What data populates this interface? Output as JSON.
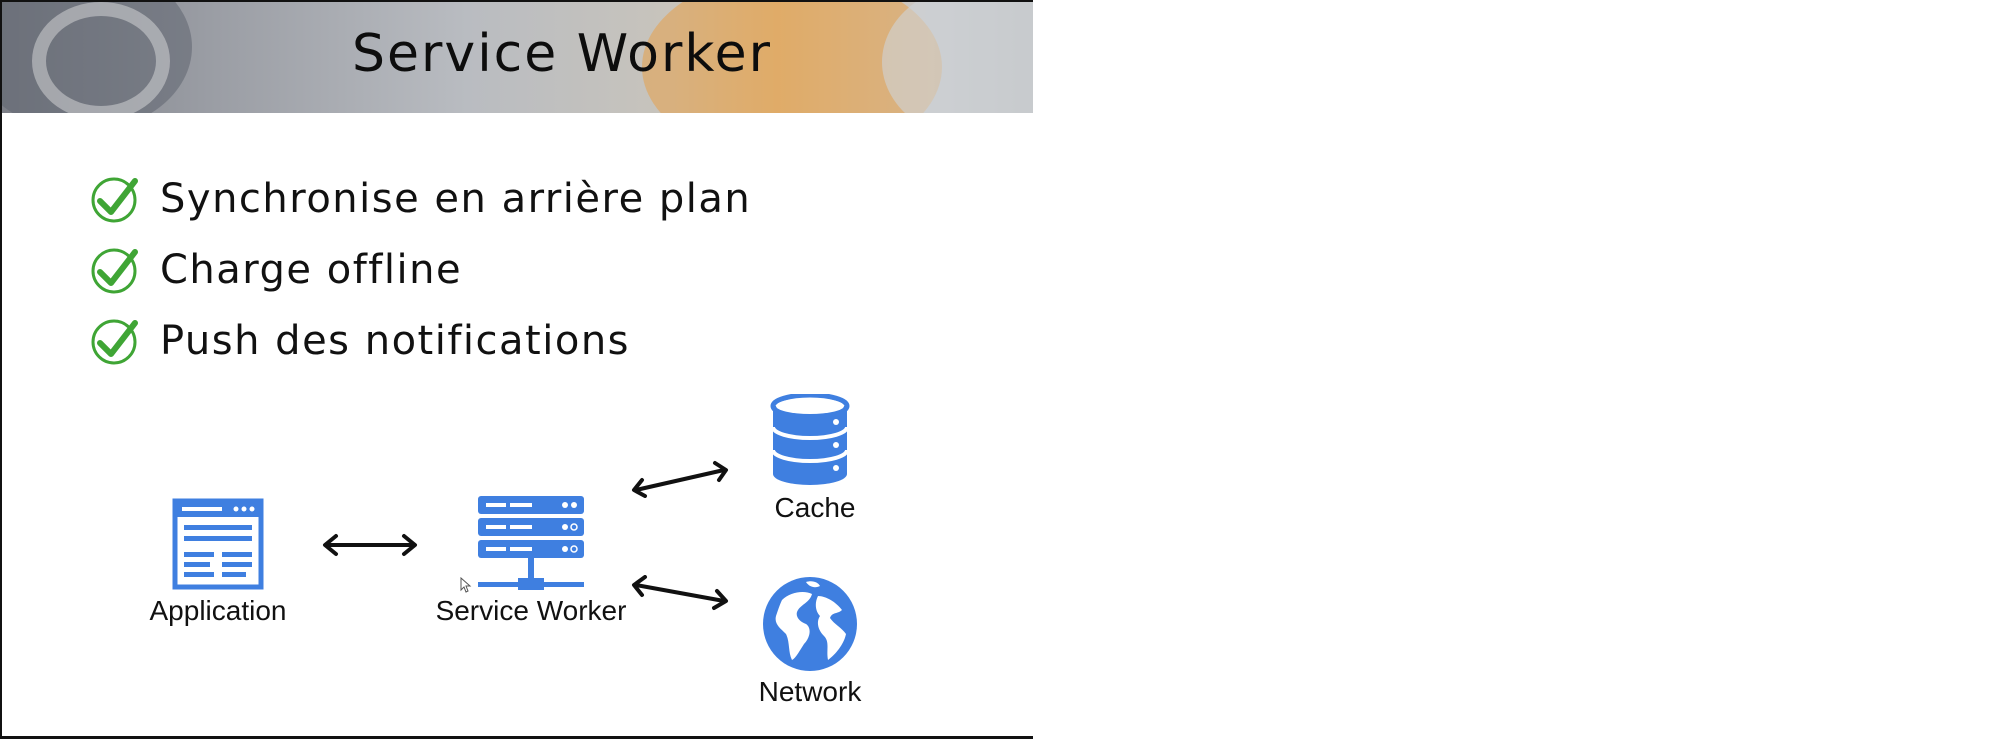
{
  "slide": {
    "title": "Service Worker",
    "bullets": [
      "Synchronise en arrière plan",
      "Charge offline",
      "Push des notifications"
    ]
  },
  "diagram": {
    "nodes": {
      "application": "Application",
      "service_worker": "Service Worker",
      "cache": "Cache",
      "network": "Network"
    },
    "edges": [
      {
        "from": "application",
        "to": "service_worker",
        "direction": "both"
      },
      {
        "from": "service_worker",
        "to": "cache",
        "direction": "both"
      },
      {
        "from": "service_worker",
        "to": "network",
        "direction": "both"
      }
    ]
  },
  "colors": {
    "icon_blue": "#3f7fe0",
    "check_green": "#3fa535",
    "arrow": "#111111"
  },
  "icons": [
    "check-icon",
    "browser-window-icon",
    "server-icon",
    "database-icon",
    "globe-icon",
    "mouse-pointer-icon"
  ]
}
